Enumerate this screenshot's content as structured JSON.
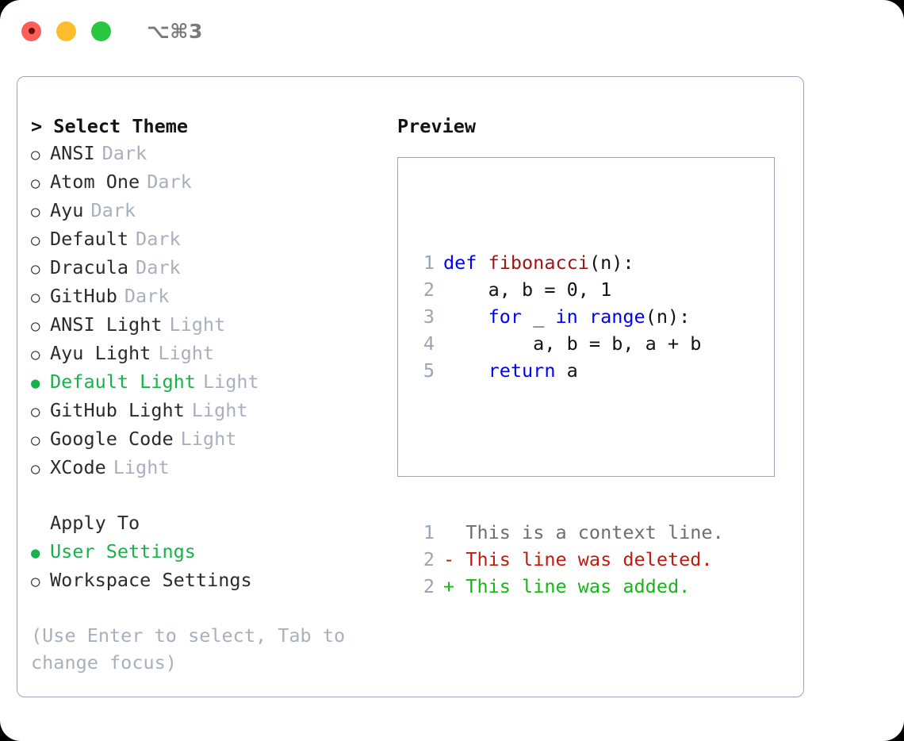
{
  "window": {
    "title": "⌥⌘3",
    "traffic_lights": [
      {
        "name": "close-button",
        "color": "#fc5f57"
      },
      {
        "name": "minimize-button",
        "color": "#fdbc2e"
      },
      {
        "name": "maximize-button",
        "color": "#29c73f"
      }
    ]
  },
  "colors": {
    "accent_green": "#16b34a",
    "muted": "#a8b0bd",
    "border": "#9aa5b3",
    "keyword_blue": "#0000ff",
    "function_red": "#9e1515",
    "diff_add": "#14b814",
    "diff_del": "#c21a0f",
    "text": "#131313"
  },
  "theme_section": {
    "header": "> Select Theme",
    "marker_unselected": "○",
    "marker_selected": "●",
    "items": [
      {
        "marker": "○",
        "name": "ANSI",
        "tag": "Dark",
        "selected": false
      },
      {
        "marker": "○",
        "name": "Atom One",
        "tag": "Dark",
        "selected": false
      },
      {
        "marker": "○",
        "name": "Ayu",
        "tag": "Dark",
        "selected": false
      },
      {
        "marker": "○",
        "name": "Default",
        "tag": "Dark",
        "selected": false
      },
      {
        "marker": "○",
        "name": "Dracula",
        "tag": "Dark",
        "selected": false
      },
      {
        "marker": "○",
        "name": "GitHub",
        "tag": "Dark",
        "selected": false
      },
      {
        "marker": "○",
        "name": "ANSI Light",
        "tag": "Light",
        "selected": false
      },
      {
        "marker": "○",
        "name": "Ayu Light",
        "tag": "Light",
        "selected": false
      },
      {
        "marker": "●",
        "name": "Default Light",
        "tag": "Light",
        "selected": true
      },
      {
        "marker": "○",
        "name": "GitHub Light",
        "tag": "Light",
        "selected": false
      },
      {
        "marker": "○",
        "name": "Google Code",
        "tag": "Light",
        "selected": false
      },
      {
        "marker": "○",
        "name": "XCode",
        "tag": "Light",
        "selected": false
      }
    ]
  },
  "apply_to_section": {
    "header": "Apply To",
    "items": [
      {
        "marker": "●",
        "name": "User Settings",
        "selected": true
      },
      {
        "marker": "○",
        "name": "Workspace Settings",
        "selected": false
      }
    ]
  },
  "hint": "(Use Enter to select, Tab to change focus)",
  "preview": {
    "title": "Preview",
    "code_lines": [
      {
        "num": "1",
        "tokens": [
          {
            "t": "def ",
            "k": "kw"
          },
          {
            "t": "fibonacci",
            "k": "fn"
          },
          {
            "t": "(n):",
            "k": "plain"
          }
        ]
      },
      {
        "num": "2",
        "tokens": [
          {
            "t": "    a, b = 0, 1",
            "k": "plain"
          }
        ]
      },
      {
        "num": "3",
        "tokens": [
          {
            "t": "    ",
            "k": "plain"
          },
          {
            "t": "for",
            "k": "kw"
          },
          {
            "t": " _ ",
            "k": "plain"
          },
          {
            "t": "in",
            "k": "kw"
          },
          {
            "t": " ",
            "k": "plain"
          },
          {
            "t": "range",
            "k": "kw"
          },
          {
            "t": "(n):",
            "k": "plain"
          }
        ]
      },
      {
        "num": "4",
        "tokens": [
          {
            "t": "        a, b = b, a + b",
            "k": "plain"
          }
        ]
      },
      {
        "num": "5",
        "tokens": [
          {
            "t": "    ",
            "k": "plain"
          },
          {
            "t": "return",
            "k": "kw"
          },
          {
            "t": " a",
            "k": "plain"
          }
        ]
      }
    ],
    "diff_lines": [
      {
        "num": "1",
        "sign": " ",
        "text": " This is a context line.",
        "kind": "ctx"
      },
      {
        "num": "2",
        "sign": "-",
        "text": " This line was deleted.",
        "kind": "del"
      },
      {
        "num": "2",
        "sign": "+",
        "text": " This line was added.",
        "kind": "add"
      }
    ]
  }
}
